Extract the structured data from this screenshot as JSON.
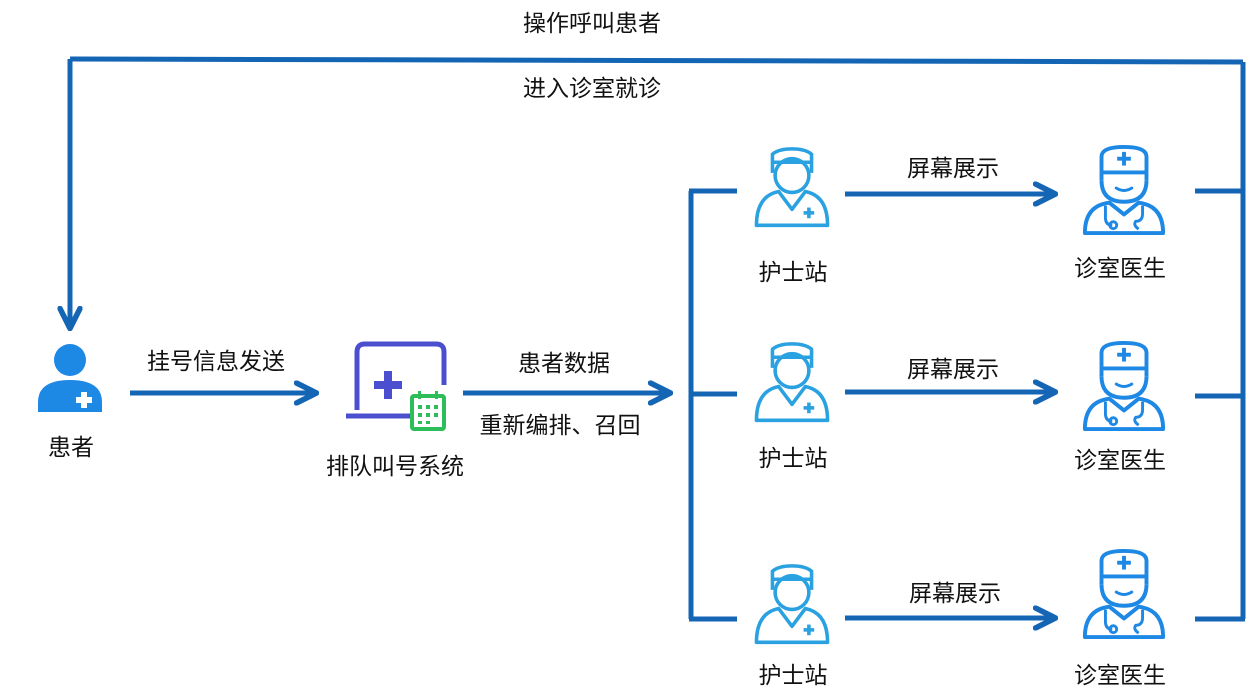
{
  "colors": {
    "flow_blue": "#1565b5",
    "icon_blue": "#1e88e5",
    "nurse_blue": "#2aa1e0",
    "system_purple": "#4b4fcf",
    "calendar_green": "#2dbe5a"
  },
  "top_loop": {
    "label_above": "操作呼叫患者",
    "label_below": "进入诊室就诊"
  },
  "patient": {
    "label": "患者",
    "icon": "patient-icon"
  },
  "arrow_register": {
    "label": "挂号信息发送"
  },
  "system": {
    "label": "排队叫号系统",
    "icon": "queue-system-icon"
  },
  "arrow_data": {
    "label_above": "患者数据",
    "label_below": "重新编排、召回"
  },
  "rows": [
    {
      "nurse_label": "护士站",
      "arrow_label": "屏幕展示",
      "doctor_label": "诊室医生"
    },
    {
      "nurse_label": "护士站",
      "arrow_label": "屏幕展示",
      "doctor_label": "诊室医生"
    },
    {
      "nurse_label": "护士站",
      "arrow_label": "屏幕展示",
      "doctor_label": "诊室医生"
    }
  ]
}
